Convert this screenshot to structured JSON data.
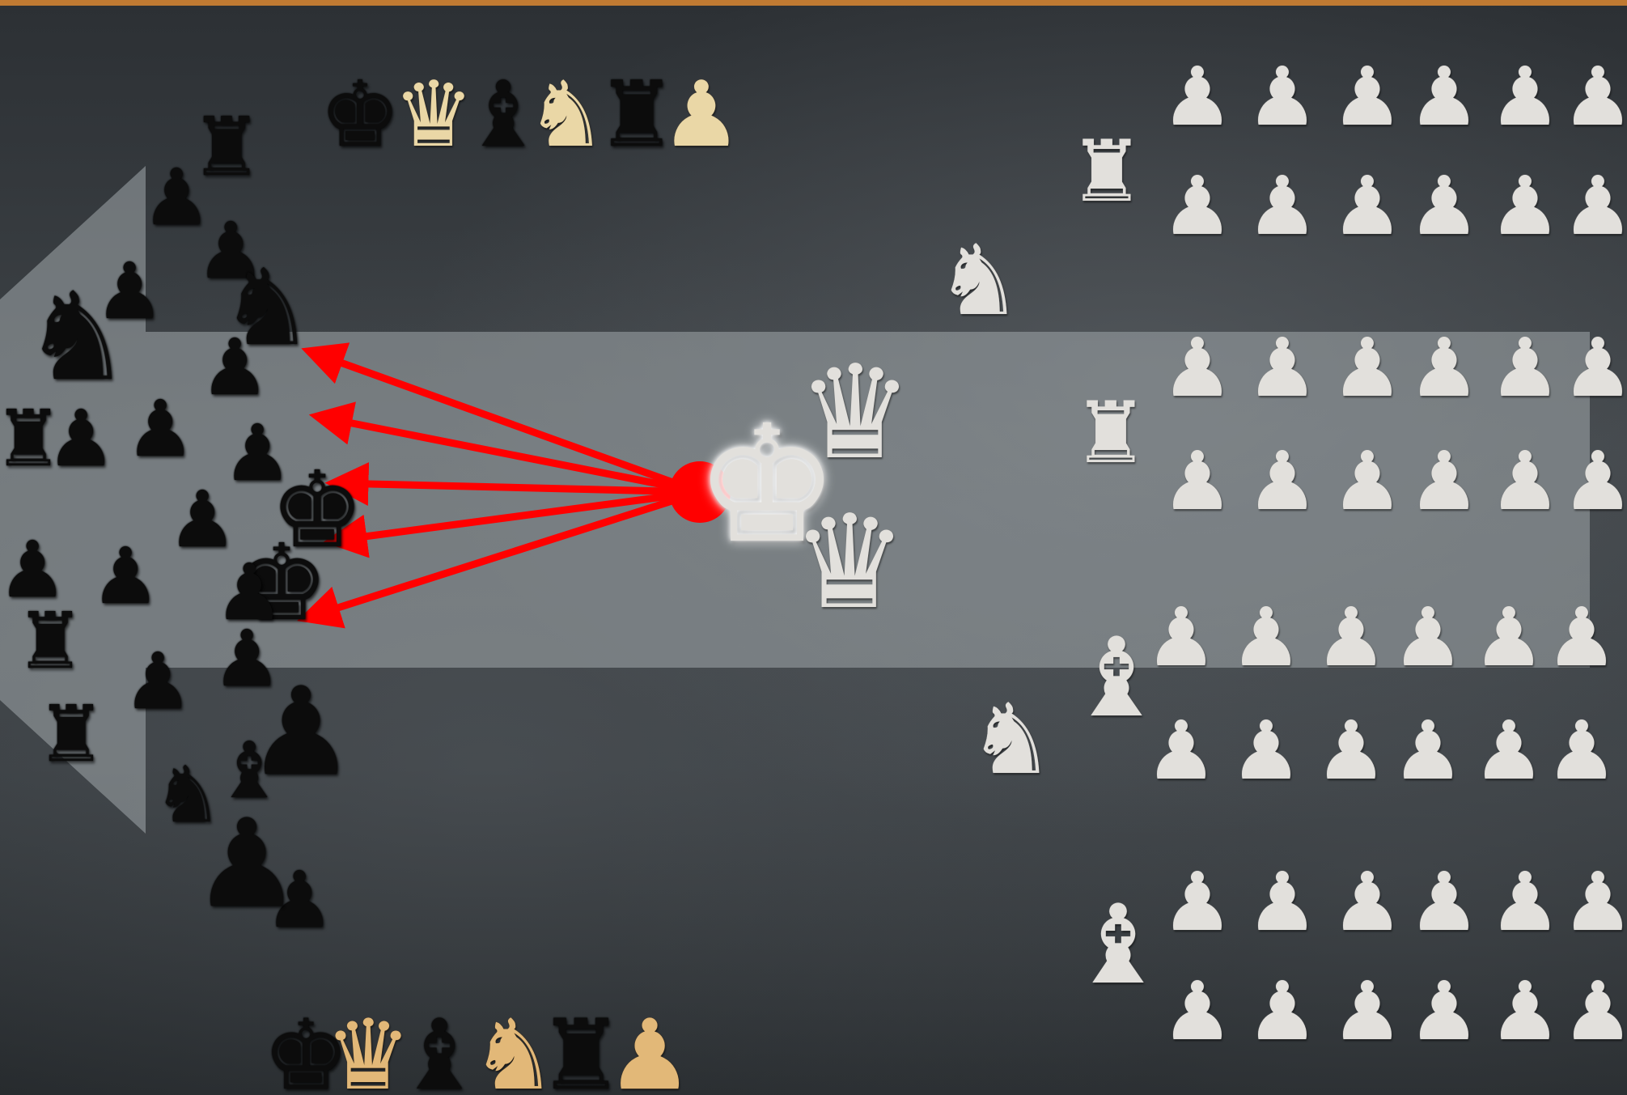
{
  "scene": {
    "background_color": "#3a3e43",
    "frame_color": "#c07a32",
    "band_color": "#9aa0a4",
    "arrow_color": "#ff0000"
  },
  "icons": {
    "pawn": "♟",
    "rook": "♜",
    "knight": "♞",
    "bishop": "♝",
    "queen": "♛",
    "king": "♚"
  },
  "legend_top": [
    "king",
    "queen",
    "bishop",
    "knight",
    "rook",
    "pawn"
  ],
  "legend_bottom": [
    "king",
    "queen",
    "bishop",
    "knight",
    "rook",
    "pawn"
  ],
  "black_army": {
    "pieces": [
      "rook",
      "pawn",
      "pawn",
      "knight",
      "pawn",
      "knight",
      "pawn",
      "pawn",
      "rook",
      "pawn",
      "pawn",
      "pawn",
      "king",
      "pawn",
      "pawn",
      "king",
      "pawn",
      "rook",
      "pawn",
      "pawn",
      "rook",
      "pawn",
      "knight",
      "pawn",
      "pawn",
      "bishop"
    ]
  },
  "white_army": {
    "king": "king",
    "queens": [
      "queen",
      "queen"
    ],
    "knights": [
      "knight",
      "knight"
    ],
    "rooks": [
      "rook",
      "rook"
    ],
    "bishops": [
      "bishop",
      "bishop"
    ],
    "pawns_per_row": 6,
    "pawn_rows": 8
  },
  "attack_arrows": 5
}
